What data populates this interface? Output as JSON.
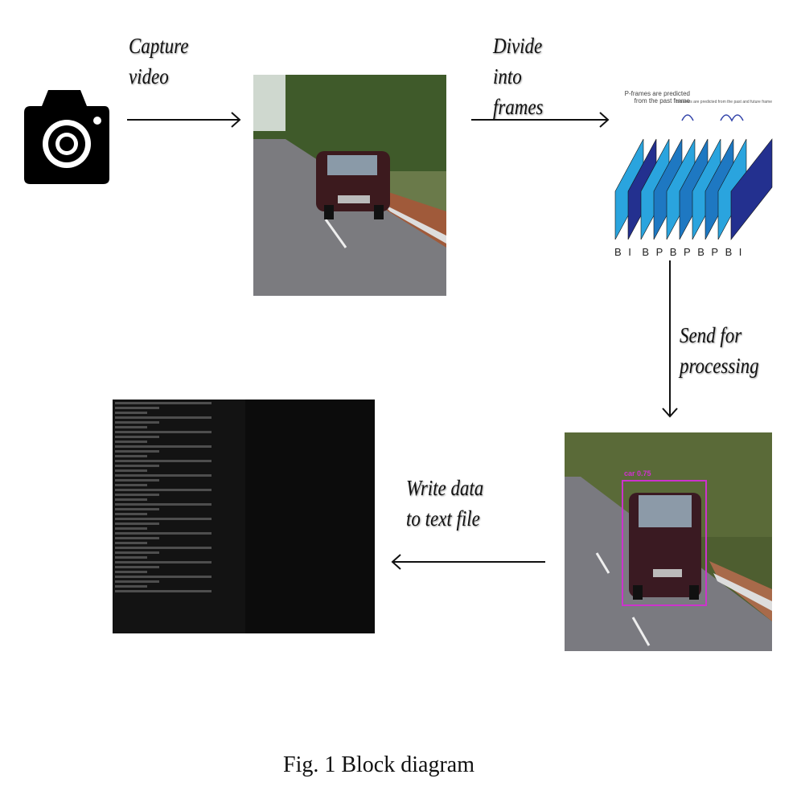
{
  "steps": {
    "capture": "Capture video",
    "divide": "Divide into frames",
    "send": "Send for processing",
    "write": "Write data to text file"
  },
  "frames": {
    "p_note": "P-frames are predicted from the past frame",
    "b_note": "B-frames are predicted from the past and future frame",
    "types": [
      "B",
      "I",
      "B",
      "P",
      "B",
      "P",
      "B",
      "P",
      "B",
      "I"
    ]
  },
  "detection": {
    "label": "car 0.75"
  },
  "caption": "Fig. 1 Block diagram",
  "colors": {
    "frame_light": "#2aa4de",
    "frame_mid": "#1e78c2",
    "frame_dark": "#23308f",
    "box": "#cc33cc"
  }
}
